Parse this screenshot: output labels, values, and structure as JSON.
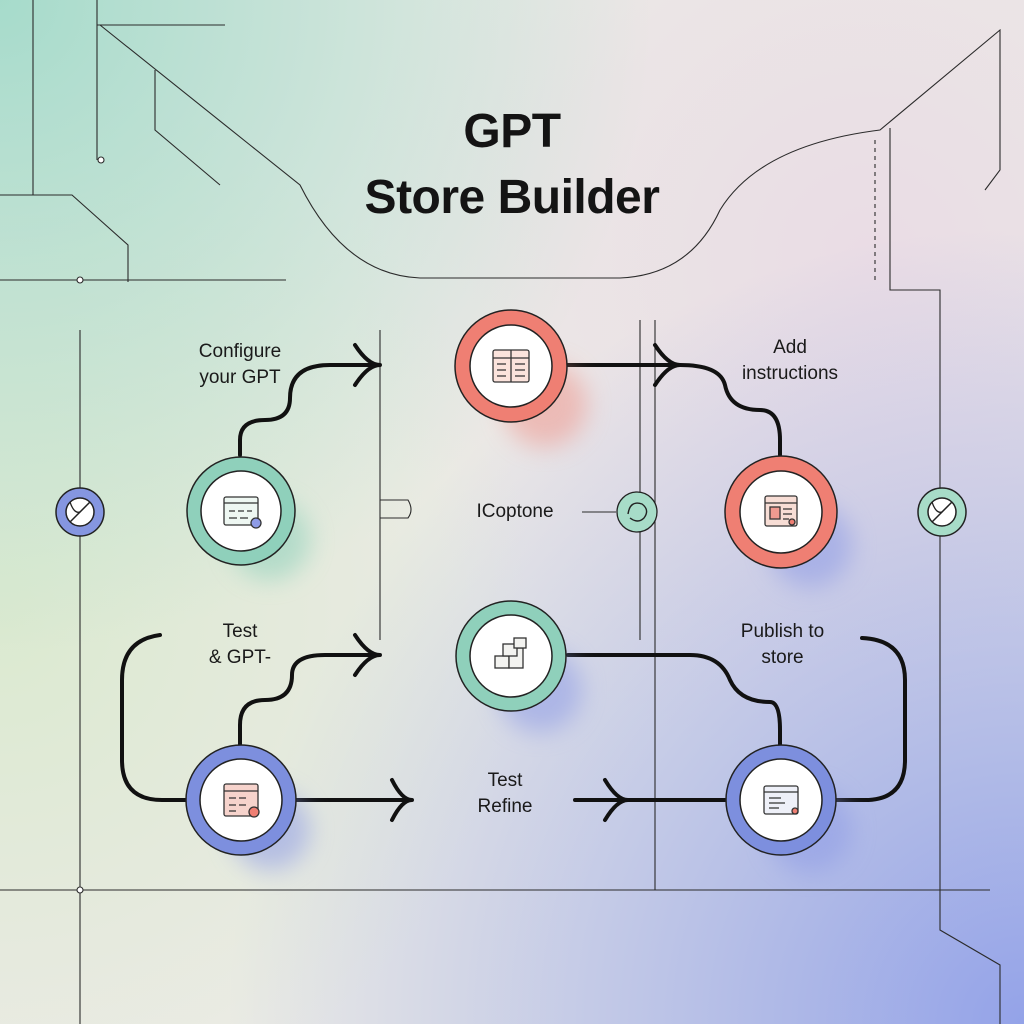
{
  "title": {
    "line1": "GPT",
    "line2": "Store Builder"
  },
  "labels": {
    "configure": "Configure\nyour GPT",
    "add_instructions": "Add\ninstructions",
    "center": "ICoptone",
    "test_gpt": "Test\n& GPT-",
    "publish": "Publish to\nstore",
    "test_refine": "Test\nRefine"
  },
  "colors": {
    "teal": "#8fd0bb",
    "coral": "#ef7f73",
    "blue": "#7d8fde",
    "line": "#111111",
    "thin_line": "#2b2b2b"
  },
  "nodes": [
    {
      "name": "configure-node",
      "color": "teal",
      "icon": "window-form-icon"
    },
    {
      "name": "top-center-node",
      "color": "coral",
      "icon": "grid-panel-icon"
    },
    {
      "name": "add-instructions-node",
      "color": "coral",
      "icon": "document-window-icon"
    },
    {
      "name": "middle-center-node",
      "color": "teal",
      "icon": "blocks-icon"
    },
    {
      "name": "test-node",
      "color": "blue",
      "icon": "grid-panel-icon"
    },
    {
      "name": "publish-node",
      "color": "blue",
      "icon": "document-window-icon"
    }
  ]
}
